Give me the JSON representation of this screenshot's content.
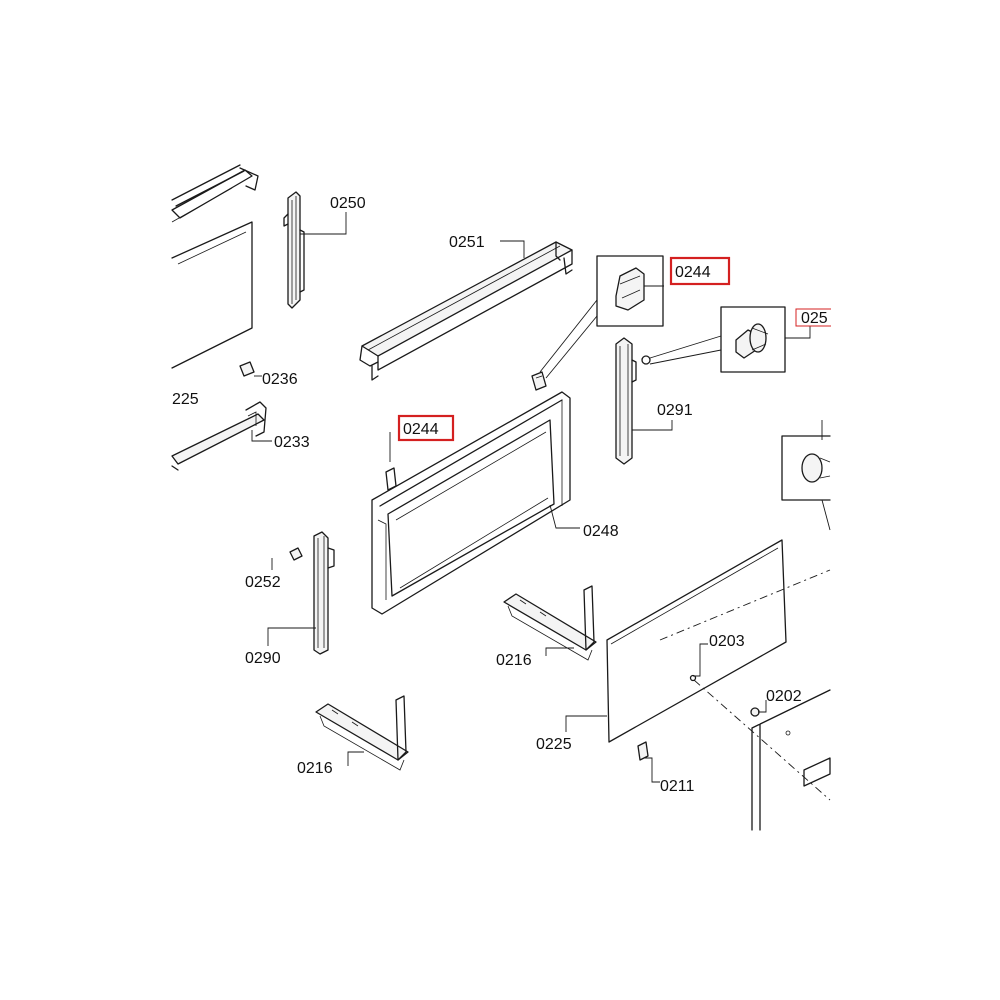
{
  "diagram": {
    "highlight_color": "#d42020",
    "callouts": {
      "c0250": "0250",
      "c0251": "0251",
      "c0244_top": "0244",
      "c0244_mid": "0244",
      "c025_partial": "025",
      "c0236": "0236",
      "c0225_left_partial": "225",
      "c0233": "0233",
      "c0291": "0291",
      "c0248": "0248",
      "c0252": "0252",
      "c0290": "0290",
      "c0216_right": "0216",
      "c0216_left": "0216",
      "c0203": "0203",
      "c0202": "0202",
      "c0225": "0225",
      "c0211": "0211"
    }
  }
}
